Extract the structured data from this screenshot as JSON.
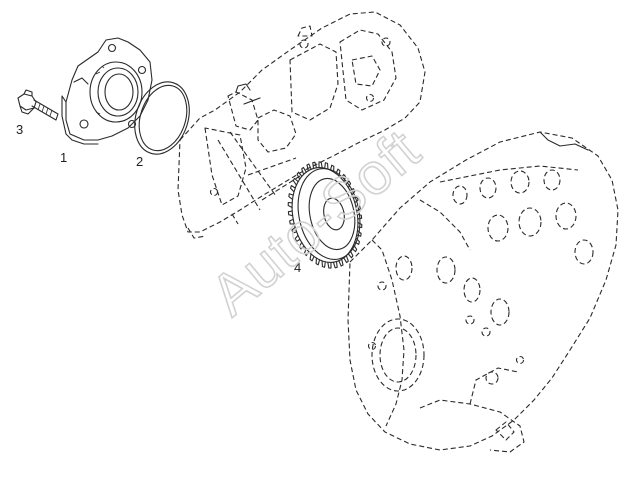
{
  "callouts": {
    "part_1": "1",
    "part_2": "2",
    "part_3": "3",
    "part_4": "4"
  },
  "watermark": {
    "text": "Auto-Soft"
  },
  "colors": {
    "line": "#2a2a2a",
    "watermark": "#d2d2d2",
    "background": "#ffffff"
  }
}
